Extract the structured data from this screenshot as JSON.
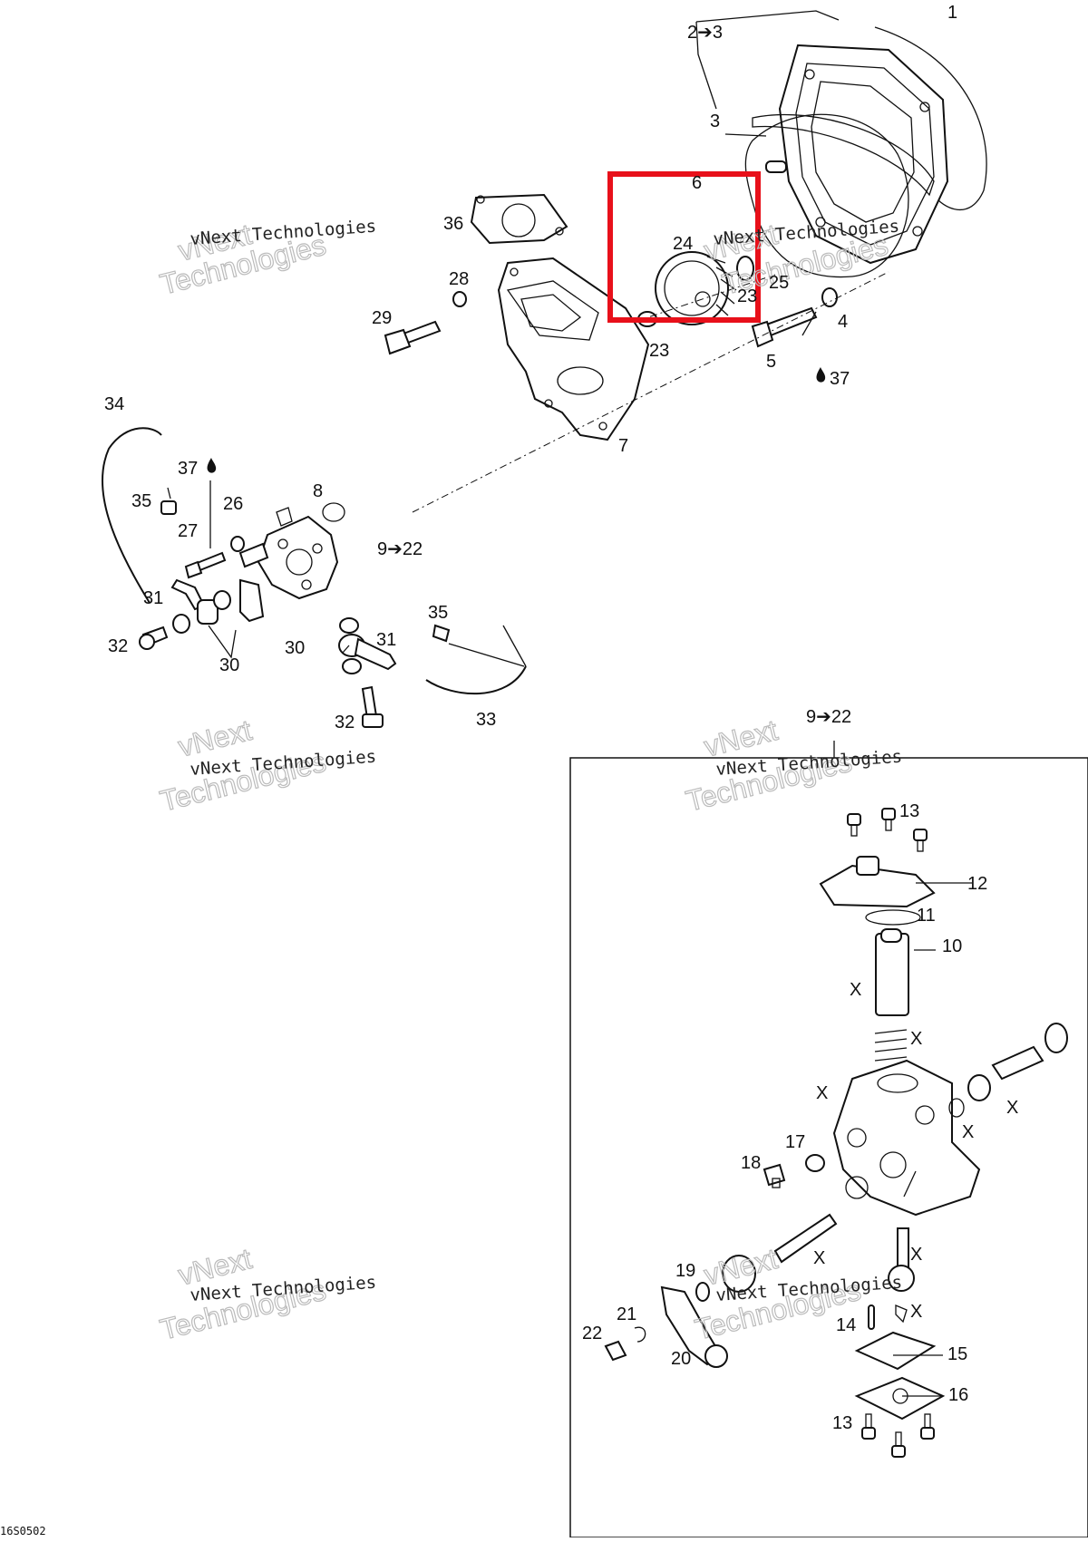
{
  "diagram": {
    "drawing_ref": "16S0502",
    "watermark": [
      "vNext Technologies",
      "vNext",
      "Technologies"
    ],
    "callouts": [
      {
        "id": "c-1",
        "text": "1"
      },
      {
        "id": "c-2-3",
        "text": "2➔3"
      },
      {
        "id": "c-3",
        "text": "3"
      },
      {
        "id": "c-6",
        "text": "6"
      },
      {
        "id": "c-24",
        "text": "24"
      },
      {
        "id": "c-23a",
        "text": "23"
      },
      {
        "id": "c-23b",
        "text": "23"
      },
      {
        "id": "c-25",
        "text": "25"
      },
      {
        "id": "c-4",
        "text": "4"
      },
      {
        "id": "c-5",
        "text": "5"
      },
      {
        "id": "c-37a",
        "text": "37"
      },
      {
        "id": "c-36",
        "text": "36"
      },
      {
        "id": "c-28",
        "text": "28"
      },
      {
        "id": "c-29",
        "text": "29"
      },
      {
        "id": "c-7",
        "text": "7"
      },
      {
        "id": "c-34",
        "text": "34"
      },
      {
        "id": "c-37b",
        "text": "37"
      },
      {
        "id": "c-35a",
        "text": "35"
      },
      {
        "id": "c-26",
        "text": "26"
      },
      {
        "id": "c-8",
        "text": "8"
      },
      {
        "id": "c-27",
        "text": "27"
      },
      {
        "id": "c-9-22a",
        "text": "9➔22"
      },
      {
        "id": "c-31a",
        "text": "31"
      },
      {
        "id": "c-32a",
        "text": "32"
      },
      {
        "id": "c-30a",
        "text": "30"
      },
      {
        "id": "c-35b",
        "text": "35"
      },
      {
        "id": "c-30b",
        "text": "30"
      },
      {
        "id": "c-31b",
        "text": "31"
      },
      {
        "id": "c-32b",
        "text": "32"
      },
      {
        "id": "c-33",
        "text": "33"
      },
      {
        "id": "c-9-22b",
        "text": "9➔22"
      },
      {
        "id": "c-13a",
        "text": "13"
      },
      {
        "id": "c-12",
        "text": "12"
      },
      {
        "id": "c-11",
        "text": "11"
      },
      {
        "id": "c-10",
        "text": "10"
      },
      {
        "id": "c-x1",
        "text": "X"
      },
      {
        "id": "c-x2",
        "text": "X"
      },
      {
        "id": "c-x3",
        "text": "X"
      },
      {
        "id": "c-x4",
        "text": "X"
      },
      {
        "id": "c-x5",
        "text": "X"
      },
      {
        "id": "c-17",
        "text": "17"
      },
      {
        "id": "c-18",
        "text": "18"
      },
      {
        "id": "c-x6",
        "text": "X"
      },
      {
        "id": "c-x7",
        "text": "X"
      },
      {
        "id": "c-x8",
        "text": "X"
      },
      {
        "id": "c-19",
        "text": "19"
      },
      {
        "id": "c-21",
        "text": "21"
      },
      {
        "id": "c-22",
        "text": "22"
      },
      {
        "id": "c-20",
        "text": "20"
      },
      {
        "id": "c-14",
        "text": "14"
      },
      {
        "id": "c-15",
        "text": "15"
      },
      {
        "id": "c-16",
        "text": "16"
      },
      {
        "id": "c-13b",
        "text": "13"
      }
    ],
    "highlight_color": "#e8101a"
  }
}
